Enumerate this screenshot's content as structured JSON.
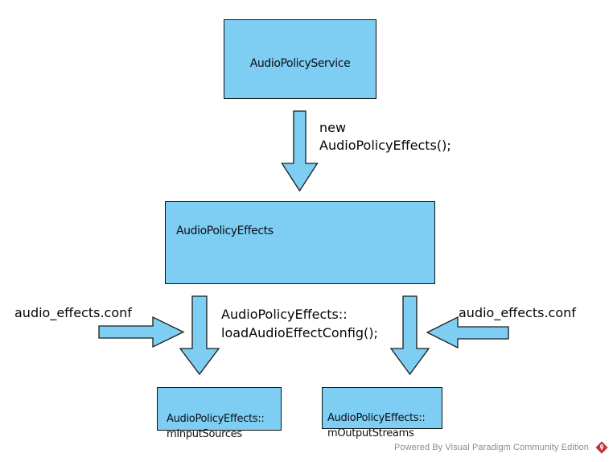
{
  "colors": {
    "shape_fill": "#7dcef2",
    "shape_stroke": "#1b1b1b",
    "footer_text_color": "#8d8d8d",
    "logo_red": "#c4333e",
    "background": "#ffffff"
  },
  "diagram": {
    "service_box": "AudioPolicyService",
    "effects_box": "AudioPolicyEffects",
    "input_sources_box": "AudioPolicyEffects::\nmInputSources",
    "output_streams_box": "AudioPolicyEffects::\nmOutputStreams",
    "new_effects_label": "new\nAudioPolicyEffects();",
    "load_config_label": "AudioPolicyEffects::\nloadAudioEffectConfig();",
    "conf_left_label": "audio_effects.conf",
    "conf_right_label": "audio_effects.conf"
  },
  "footer": {
    "credit": "Powered By Visual Paradigm Community Edition"
  }
}
